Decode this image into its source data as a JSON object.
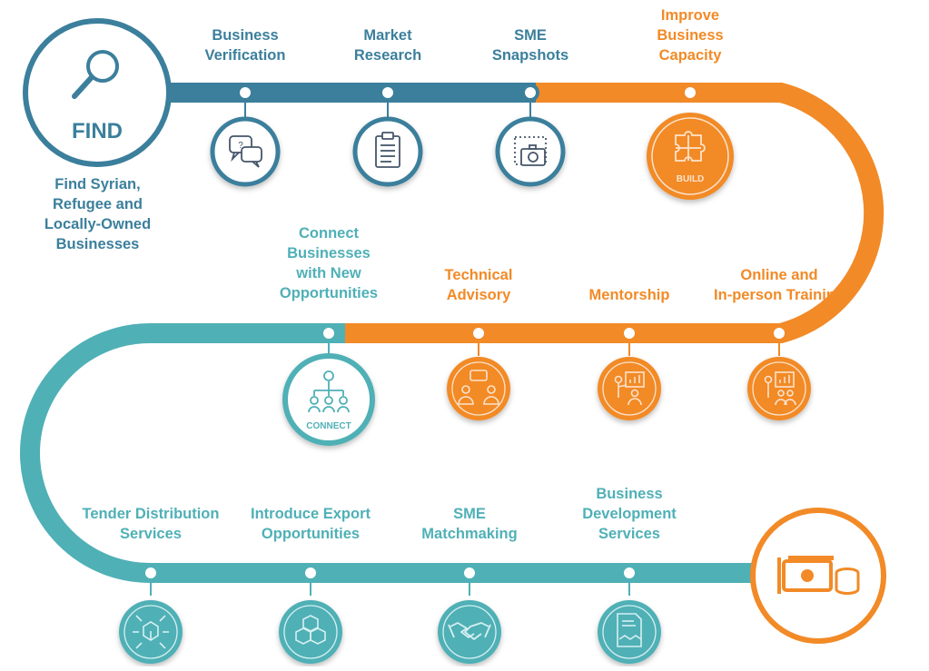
{
  "colors": {
    "blue": "#3b7f9c",
    "orange": "#f28a27",
    "teal": "#4fb0b6",
    "icon_dark": "#46566a"
  },
  "find": {
    "title": "FIND",
    "icon": "magnifier-icon",
    "description": [
      "Find Syrian,",
      "Refugee and",
      "Locally-Owned",
      "Businesses"
    ]
  },
  "row1": [
    {
      "label": [
        "Business",
        "Verification"
      ],
      "icon": "chat-bubbles-icon"
    },
    {
      "label": [
        "Market",
        "Research"
      ],
      "icon": "clipboard-icon"
    },
    {
      "label": [
        "SME",
        "Snapshots"
      ],
      "icon": "camera-icon"
    },
    {
      "label": [
        "Improve",
        "Business",
        "Capacity"
      ],
      "icon": "puzzle-icon",
      "badge": "BUILD"
    }
  ],
  "row2": [
    {
      "label": [
        "Connect",
        "Businesses",
        "with New",
        "Opportunities"
      ],
      "icon": "network-icon",
      "badge": "CONNECT"
    },
    {
      "label": [
        "Technical",
        "Advisory"
      ],
      "icon": "advisory-icon"
    },
    {
      "label": [
        "Mentorship"
      ],
      "icon": "presentation-icon"
    },
    {
      "label": [
        "Online and",
        "In-person Training"
      ],
      "icon": "training-icon"
    }
  ],
  "row3": [
    {
      "label": [
        "Tender Distribution",
        "Services"
      ],
      "icon": "distribution-icon"
    },
    {
      "label": [
        "Introduce Export",
        "Opportunities"
      ],
      "icon": "boxes-icon"
    },
    {
      "label": [
        "SME",
        "Matchmaking"
      ],
      "icon": "handshake-icon"
    },
    {
      "label": [
        "Business",
        "Development",
        "Services"
      ],
      "icon": "contract-icon"
    }
  ],
  "end": {
    "icon": "money-icon"
  }
}
